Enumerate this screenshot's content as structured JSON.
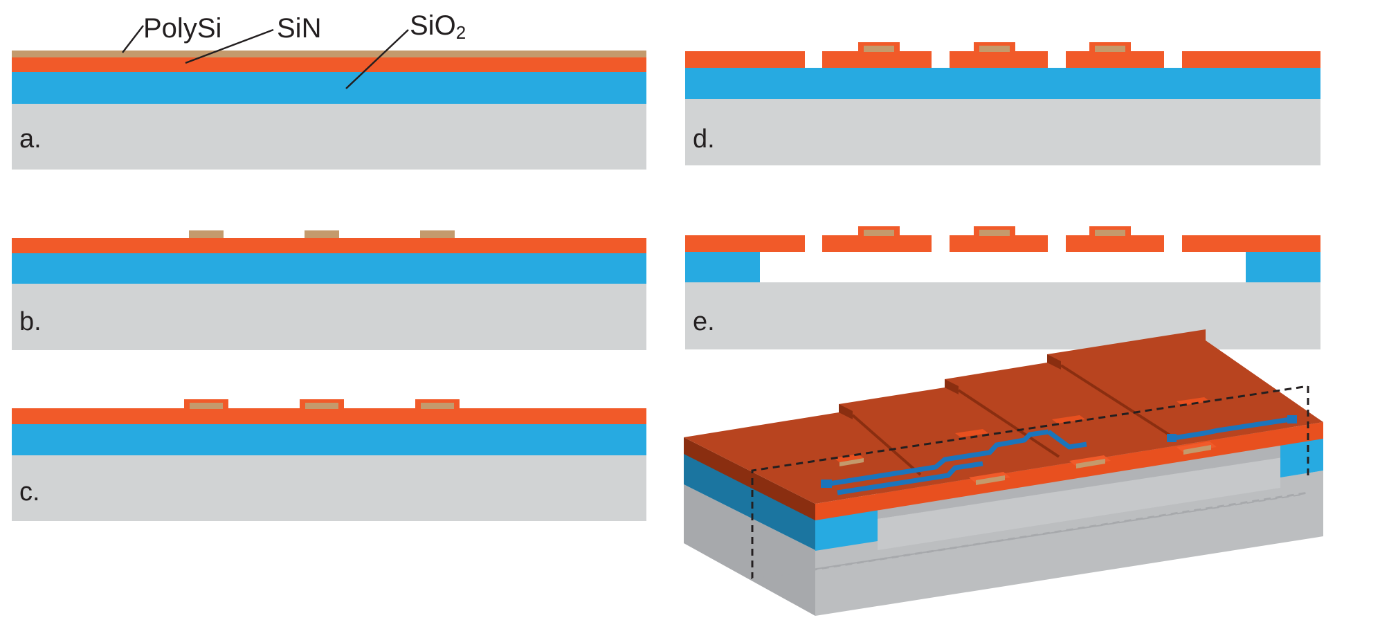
{
  "labels": {
    "polysi": "PolySi",
    "sin": "SiN",
    "sio2_main": "SiO",
    "sio2_sub": "2"
  },
  "panels": [
    {
      "id": "a",
      "label": "a."
    },
    {
      "id": "b",
      "label": "b."
    },
    {
      "id": "c",
      "label": "c."
    },
    {
      "id": "d",
      "label": "d."
    },
    {
      "id": "e",
      "label": "e."
    }
  ],
  "colors": {
    "substrate": "#d1d3d4",
    "sio2": "#27aae1",
    "sin": "#f15a29",
    "polysi": "#c49a6c",
    "sin_top_3d": "#b8441f",
    "sin_edge_3d": "#8a2e10",
    "sin_front_3d": "#e8501f",
    "sio2_dark": "#1b75a0",
    "substrate_side": "#a7a9ac",
    "substrate_front": "#bcbec0",
    "waveguide_blue": "#1b75bc",
    "text": "#231f20"
  }
}
